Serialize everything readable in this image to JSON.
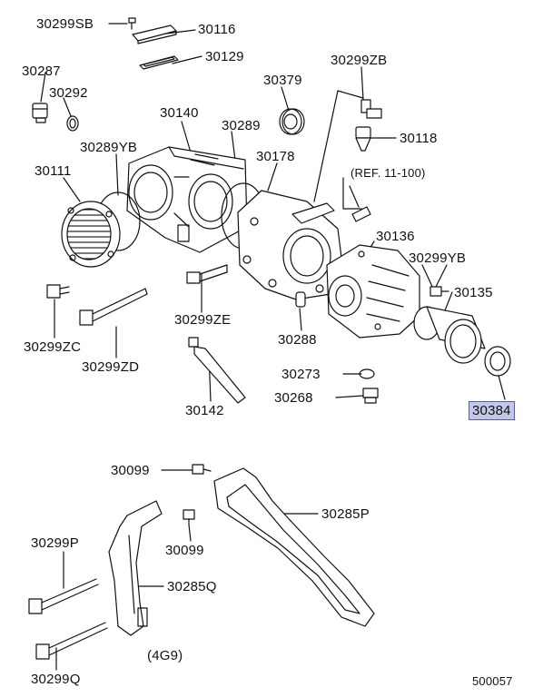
{
  "diagram": {
    "highlight_color": "#c3c8e8",
    "labels": {
      "p30299SB": "30299SB",
      "p30116": "30116",
      "p30129": "30129",
      "p30287": "30287",
      "p30292": "30292",
      "p30379": "30379",
      "p30299ZB": "30299ZB",
      "p30140": "30140",
      "p30289": "30289",
      "p30118": "30118",
      "p30289YB": "30289YB",
      "p30178": "30178",
      "ref": "(REF. 11-100)",
      "p30111": "30111",
      "p30136": "30136",
      "p30299YB": "30299YB",
      "p30135": "30135",
      "p30299ZE": "30299ZE",
      "p30288": "30288",
      "p30299ZC": "30299ZC",
      "p30299ZD": "30299ZD",
      "p30273": "30273",
      "p30268": "30268",
      "p30142": "30142",
      "p30384": "30384",
      "p30099a": "30099",
      "p30285P": "30285P",
      "p30099b": "30099",
      "p30299P": "30299P",
      "p30285Q": "30285Q",
      "variant": "(4G9)",
      "p30299Q": "30299Q",
      "diagram_number": "500057"
    }
  }
}
